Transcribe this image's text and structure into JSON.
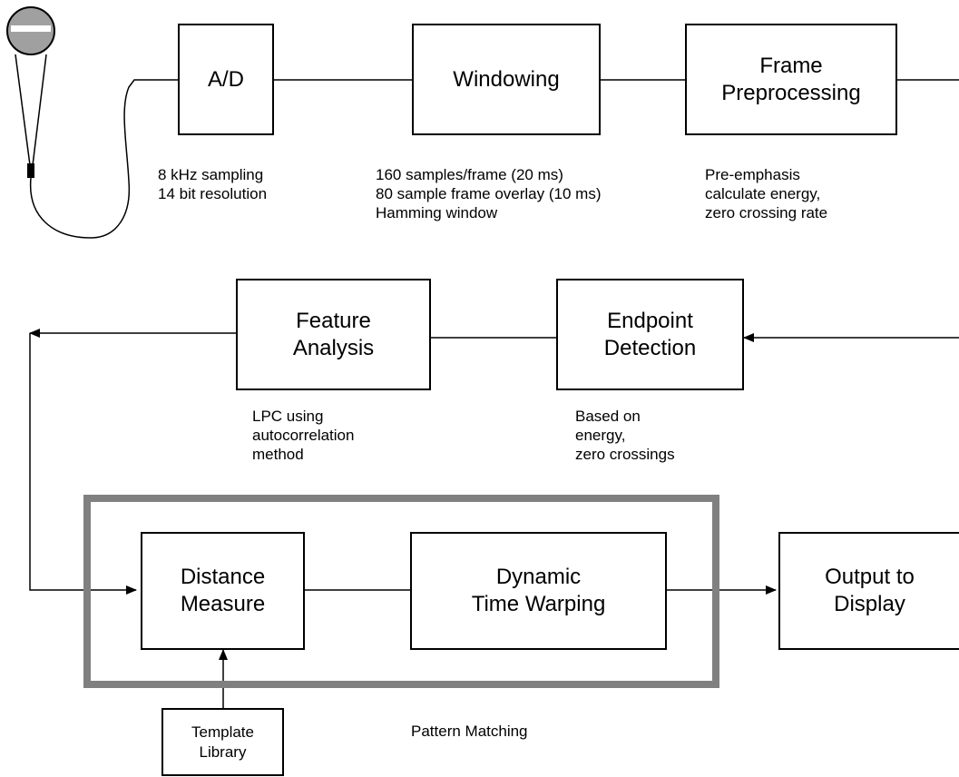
{
  "blocks": {
    "ad": "A/D",
    "windowing": "Windowing",
    "frame_preprocessing": "Frame\nPreprocessing",
    "feature_analysis": "Feature\nAnalysis",
    "endpoint_detection": "Endpoint\nDetection",
    "distance_measure": "Distance\nMeasure",
    "dynamic_time_warping": "Dynamic\nTime Warping",
    "output_to_display": "Output to\nDisplay",
    "template_library": "Template\nLibrary"
  },
  "notes": {
    "ad": "8 kHz sampling\n14 bit resolution",
    "windowing": "160 samples/frame (20 ms)\n80 sample frame overlay (10 ms)\nHamming window",
    "frame_preprocessing": "Pre-emphasis\ncalculate energy,\nzero crossing rate",
    "feature_analysis": "LPC using\nautocorrelation\nmethod",
    "endpoint_detection": "Based on\nenergy,\nzero crossings",
    "pattern_matching": "Pattern Matching"
  },
  "colors": {
    "pattern_matching_frame": "#808080",
    "microphone_head": "#a0a0a0"
  }
}
